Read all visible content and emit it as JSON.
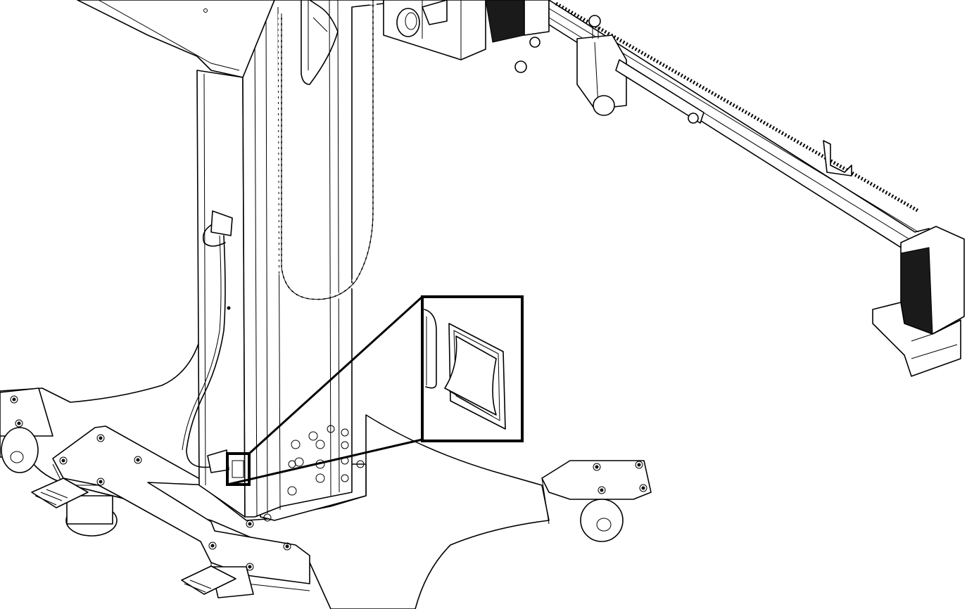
{
  "figure": {
    "subject": "mobile-column-stand-with-horizontal-arm",
    "callout": {
      "target": "power-rocker-switch",
      "inset_detail": "rocker-switch-closeup"
    },
    "colors": {
      "line": "#000000",
      "background": "#ffffff"
    }
  }
}
